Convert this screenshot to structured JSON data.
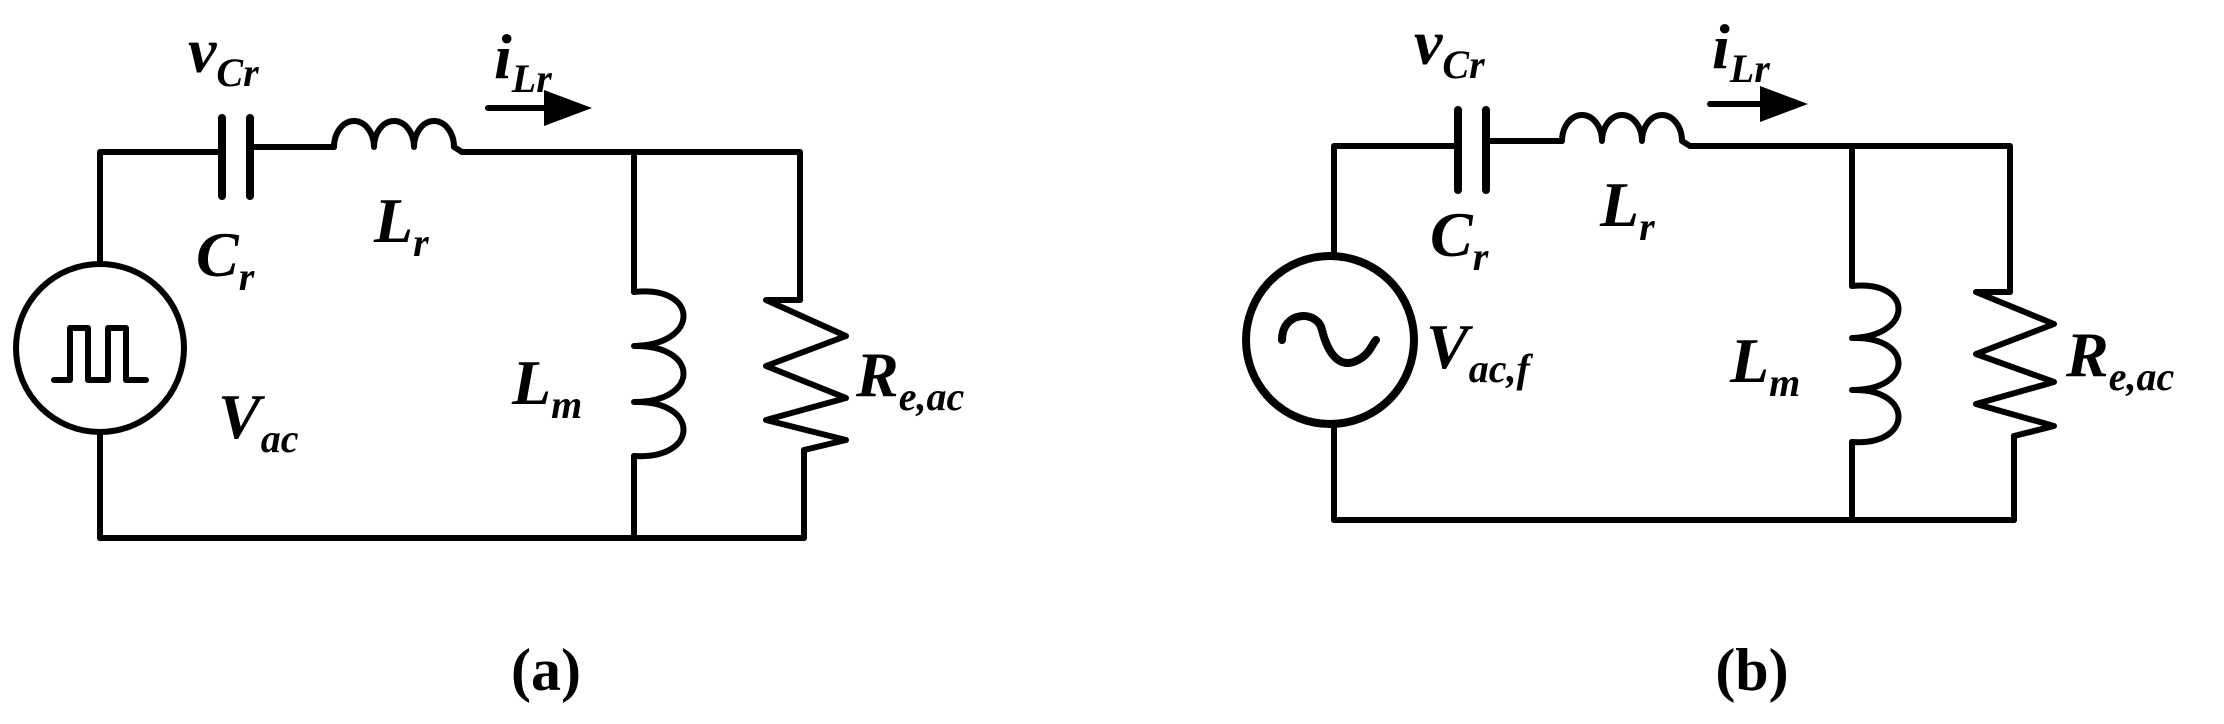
{
  "circuit_a": {
    "caption": "(a)",
    "cap_voltage": {
      "main": "v",
      "sub": "Cr"
    },
    "inductor_current": {
      "main": "i",
      "sub": "Lr"
    },
    "cap_name": {
      "main": "C",
      "sub": "r"
    },
    "series_inductor_name": {
      "main": "L",
      "sub": "r"
    },
    "magnetizing_inductor_name": {
      "main": "L",
      "sub": "m"
    },
    "resistor_name": {
      "main": "R",
      "sub": "e,ac"
    },
    "source_name": {
      "main": "V",
      "sub": "ac"
    },
    "source_icon": "square-wave-icon"
  },
  "circuit_b": {
    "caption": "(b)",
    "cap_voltage": {
      "main": "v",
      "sub": "Cr"
    },
    "inductor_current": {
      "main": "i",
      "sub": "Lr"
    },
    "cap_name": {
      "main": "C",
      "sub": "r"
    },
    "series_inductor_name": {
      "main": "L",
      "sub": "r"
    },
    "magnetizing_inductor_name": {
      "main": "L",
      "sub": "m"
    },
    "resistor_name": {
      "main": "R",
      "sub": "e,ac"
    },
    "source_name": {
      "main": "V",
      "sub": "ac,f"
    },
    "source_icon": "sine-wave-icon"
  }
}
